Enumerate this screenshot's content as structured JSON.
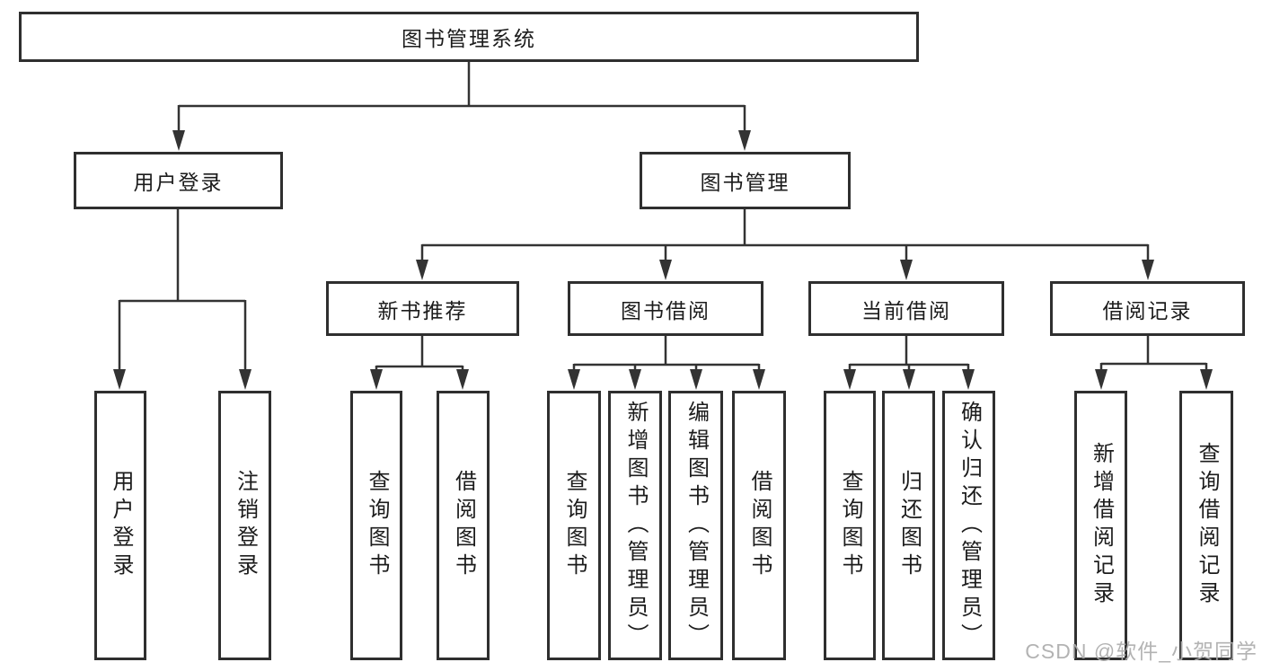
{
  "diagram": {
    "root": "图书管理系统",
    "user_login": {
      "label": "用户登录",
      "children": {
        "login": "用户登录",
        "logout": "注销登录"
      }
    },
    "book_mgmt": {
      "label": "图书管理",
      "new_book_rec": {
        "label": "新书推荐",
        "children": {
          "query": "查询图书",
          "borrow": "借阅图书"
        }
      },
      "book_borrow": {
        "label": "图书借阅",
        "children": {
          "query": "查询图书",
          "add": "新增图书（管理员）",
          "edit": "编辑图书（管理员）",
          "borrow": "借阅图书"
        }
      },
      "current_borrow": {
        "label": "当前借阅",
        "children": {
          "query": "查询图书",
          "return": "归还图书",
          "confirm": "确认归还（管理员）"
        }
      },
      "borrow_record": {
        "label": "借阅记录",
        "children": {
          "add": "新增借阅记录",
          "query": "查询借阅记录"
        }
      }
    }
  },
  "watermark": "CSDN @软件_小贺同学",
  "colors": {
    "line": "#333333",
    "border": "#2f2f2f",
    "text": "#1c1c1c",
    "watermark": "#adadad",
    "background": "#ffffff"
  }
}
